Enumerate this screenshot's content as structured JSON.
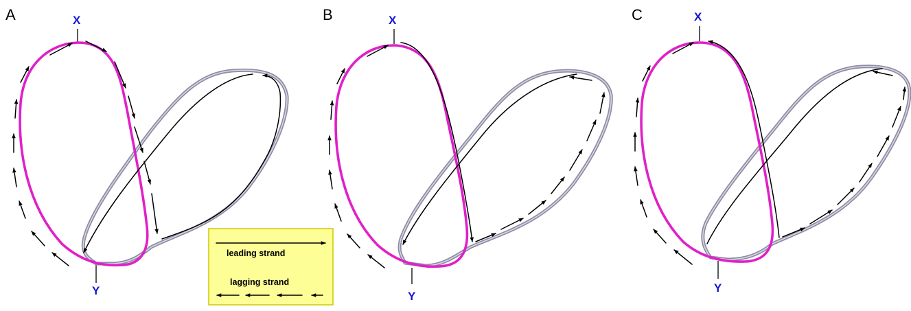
{
  "panels": [
    {
      "letter": "A",
      "top_label": "X",
      "bottom_label": "Y"
    },
    {
      "letter": "B",
      "top_label": "X",
      "bottom_label": "Y"
    },
    {
      "letter": "C",
      "top_label": "X",
      "bottom_label": "Y"
    }
  ],
  "legend": {
    "leading_label": "leading strand",
    "lagging_label": "lagging strand"
  },
  "colors": {
    "pink_loop": "#e020c8",
    "grey_loop": "#8c8ca6",
    "site_label": "#1414d2",
    "legend_fill": "#fefe96",
    "legend_border": "#ccc800",
    "strand": "#000000"
  }
}
